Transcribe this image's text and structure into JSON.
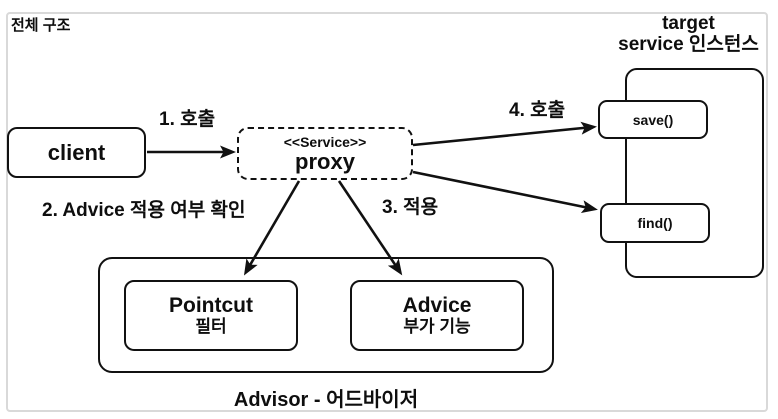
{
  "diagram": {
    "frame_title": "전체 구조",
    "target_service": {
      "line1": "target",
      "line2": "service 인스턴스"
    },
    "nodes": {
      "client": {
        "label": "client"
      },
      "proxy": {
        "stereotype": "<<Service>>",
        "label": "proxy"
      },
      "save_method": {
        "label": "save()"
      },
      "find_method": {
        "label": "find()"
      },
      "pointcut": {
        "title": "Pointcut",
        "subtitle": "필터"
      },
      "advice": {
        "title": "Advice",
        "subtitle": "부가 기능"
      }
    },
    "advisor_label": "Advisor - 어드바이저",
    "edge_labels": {
      "call_1": "1. 호출",
      "check_2": "2. Advice 적용 여부 확인",
      "apply_3": "3. 적용",
      "call_4": "4. 호출"
    },
    "colors": {
      "line": "#111111",
      "frame_border": "#d9d9d9",
      "background": "#ffffff"
    }
  }
}
